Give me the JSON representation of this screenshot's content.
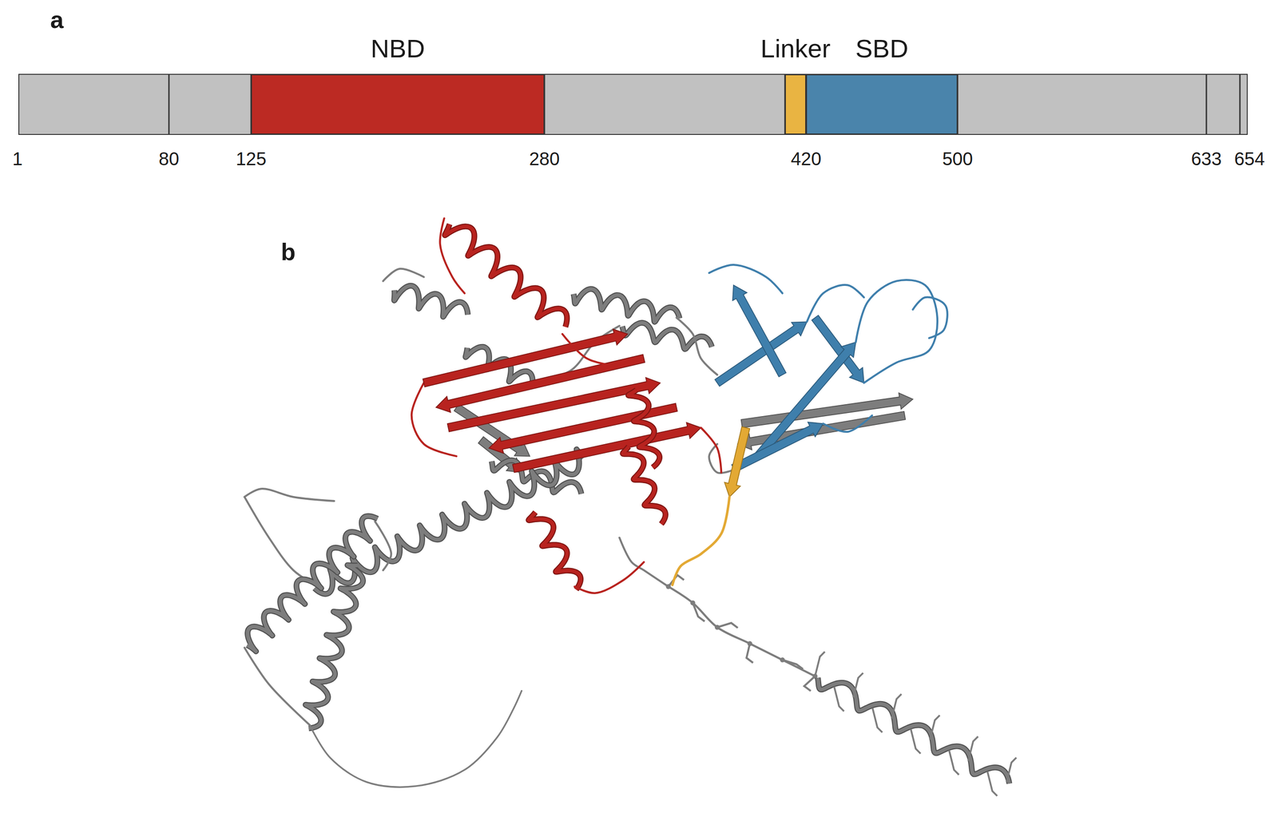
{
  "diagram": {
    "nodes": [
      {
        "text": [
          "NBD"
        ]
      },
      {
        "text": [
          "Linker"
        ]
      },
      {
        "text": [
          "SBD"
        ]
      }
    ],
    "labels": [
      "a",
      "1",
      "80",
      "125",
      "280",
      "420",
      "500",
      "633",
      "654",
      "b"
    ]
  }
}
